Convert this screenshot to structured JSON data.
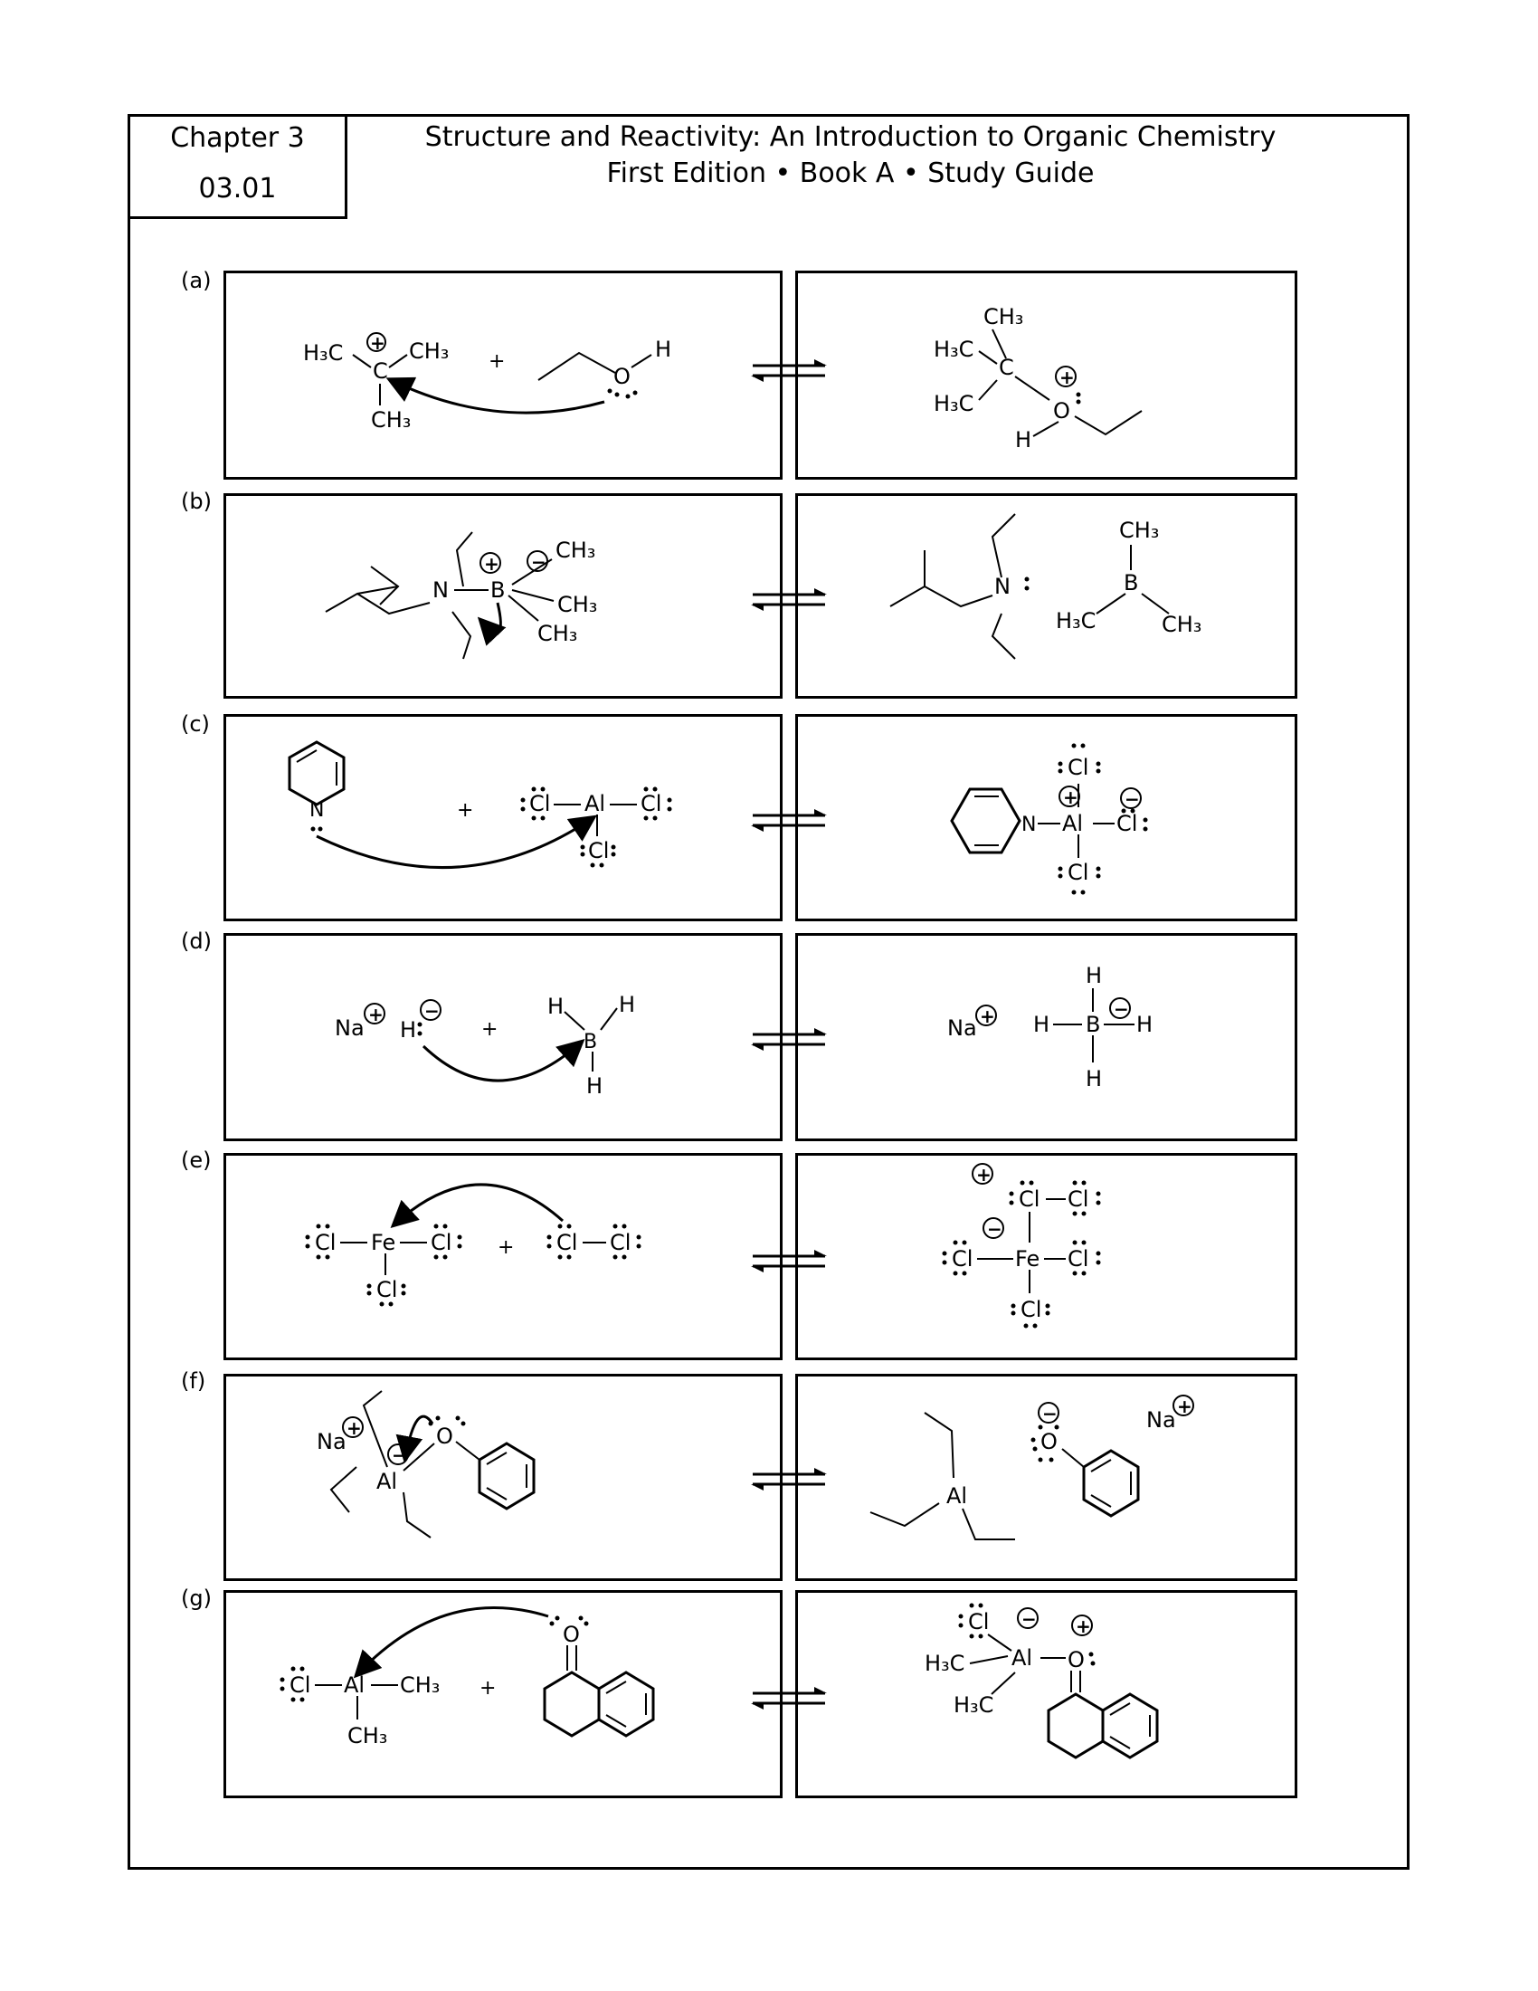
{
  "header": {
    "chapter": "Chapter 3",
    "code": "03.01",
    "title": "Structure and Reactivity: An Introduction to Organic Chemistry",
    "subtitle": "First Edition • Book A • Study Guide"
  },
  "rows": [
    {
      "label": "(a)"
    },
    {
      "label": "(b)"
    },
    {
      "label": "(c)"
    },
    {
      "label": "(d)"
    },
    {
      "label": "(e)"
    },
    {
      "label": "(f)"
    },
    {
      "label": "(g)"
    }
  ],
  "symbols": {
    "H3C": "H₃C",
    "CH3": "CH₃",
    "C": "C",
    "O": "O",
    "H": "H",
    "N": "N",
    "B": "B",
    "Cl": "Cl",
    "Al": "Al",
    "Na": "Na",
    "Fe": "Fe",
    "plus": "+",
    "charge_plus": "+",
    "charge_minus": "−",
    "dots": ":"
  }
}
